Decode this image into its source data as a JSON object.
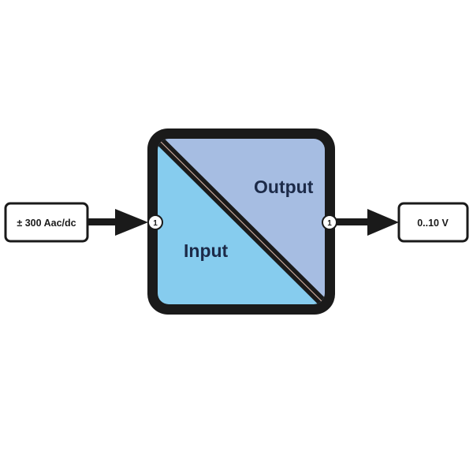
{
  "input_signal": "± 300 Aac/dc",
  "output_signal": "0..10 V",
  "block": {
    "input_label": "Input",
    "output_label": "Output"
  },
  "ports": {
    "input_port": "1",
    "output_port": "1"
  },
  "colors": {
    "input_fill": "#86ccee",
    "output_fill": "#a6bde2",
    "frame": "#1a1a1a",
    "text": "#1c2a48"
  }
}
